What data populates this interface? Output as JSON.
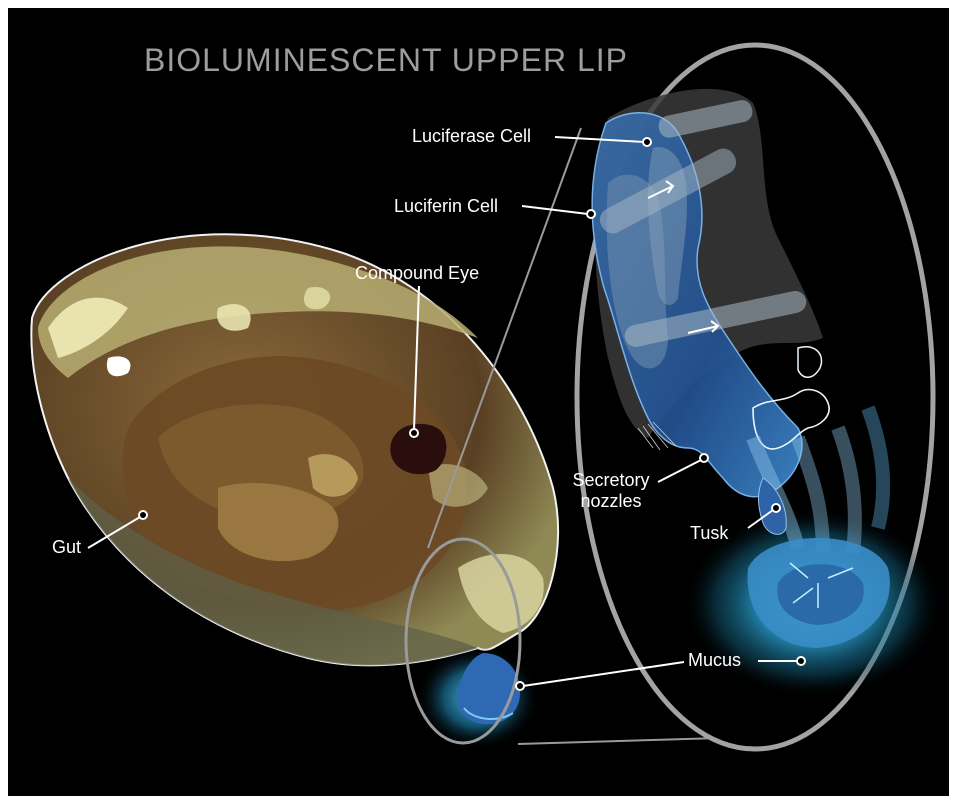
{
  "title": "BIOLUMINESCENT UPPER LIP",
  "labels": {
    "luciferase": "Luciferase Cell",
    "luciferin": "Luciferin Cell",
    "compound_eye": "Compound Eye",
    "gut": "Gut",
    "secretory_line1": "Secretory",
    "secretory_line2": "nozzles",
    "tusk": "Tusk",
    "mucus": "Mucus"
  },
  "colors": {
    "background": "#000000",
    "title": "#9d9d9d",
    "label": "#ffffff",
    "shell": "#b0a873",
    "gut": "#6a4a25",
    "eye": "#2a0e0e",
    "lip": "#2e63a8",
    "glow": "#2fa9d6"
  }
}
